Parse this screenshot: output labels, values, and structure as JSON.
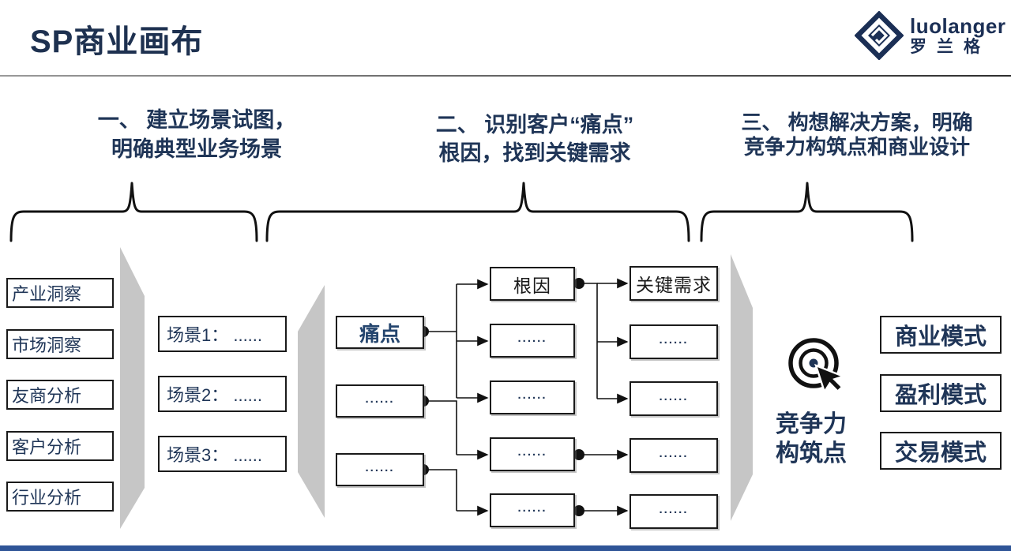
{
  "title": "SP商业画布",
  "logo": {
    "name": "luolanger",
    "cn": "罗兰格"
  },
  "steps": {
    "one": "一、 建立场景试图，\n明确典型业务场景",
    "two": "二、 识别客户“痛点”\n根因，找到关键需求",
    "three": "三、 构想解决方案，明确\n竞争力构筑点和商业设计"
  },
  "inputs": {
    "items": [
      "产业洞察",
      "市场洞察",
      "友商分析",
      "客户分析",
      "行业分析"
    ]
  },
  "scenes": {
    "items": [
      "场景1： ......",
      "场景2： ......",
      "场景3： ......"
    ]
  },
  "pain": {
    "items": [
      "痛点",
      "......",
      "......"
    ]
  },
  "root": {
    "items": [
      "根因",
      "......",
      "......",
      "......",
      "......"
    ]
  },
  "needs": {
    "items": [
      "关键需求",
      "......",
      "......",
      "......",
      "......"
    ]
  },
  "competitiveness_label": "竞争力\n构筑点",
  "models": {
    "items": [
      "商业模式",
      "盈利模式",
      "交易模式"
    ]
  },
  "colors": {
    "text_navy": "#1f3557",
    "logo_navy": "#1b2f55",
    "line_black": "#111111",
    "band_gray": "#c6c6c6",
    "bottom_accent": "#2f5597"
  }
}
